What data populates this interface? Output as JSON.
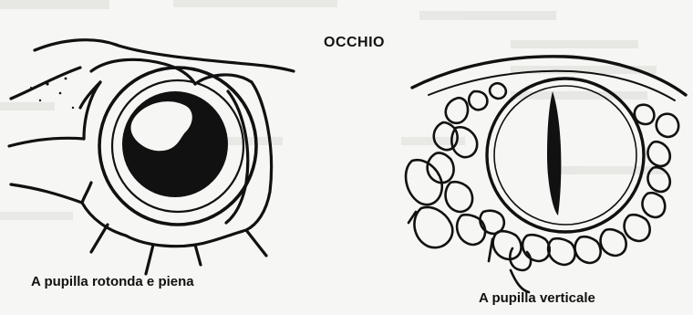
{
  "title": "OCCHIO",
  "left_caption": "A pupilla rotonda e piena",
  "right_caption": "A pupilla verticale",
  "colors": {
    "ink": "#111111",
    "paper": "#f6f6f4",
    "bleed": "#d8d8d4"
  }
}
